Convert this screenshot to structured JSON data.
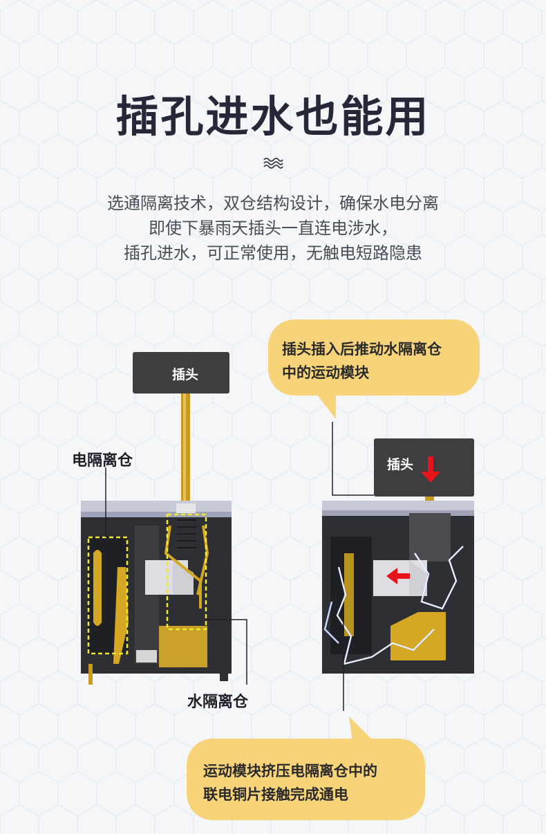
{
  "heading": "插孔进水也能用",
  "divider_icon": "wave-icon",
  "description": [
    "选通隔离技术，双仓结构设计，确保水电分离",
    "即使下暴雨天插头一直连电涉水，",
    "插孔进水，可正常使用，无触电短路隐患"
  ],
  "left_diagram": {
    "plug_label": "插头",
    "electric_chamber_label": "电隔离仓",
    "water_chamber_label": "水隔离仓"
  },
  "right_diagram": {
    "plug_label": "插头",
    "top_bubble": [
      "插头插入后推动水隔离仓",
      "中的运动模块"
    ],
    "bottom_bubble": [
      "运动模块挤压电隔离仓中的",
      "联电铜片接触完成通电"
    ]
  },
  "colors": {
    "bubble": "#f7d37a",
    "plug": "#3e3e40",
    "pin": "#c99a1e",
    "arrow": "#e8141b",
    "dashed_box": "#f2e82e",
    "spark": "#c8d6ff"
  }
}
